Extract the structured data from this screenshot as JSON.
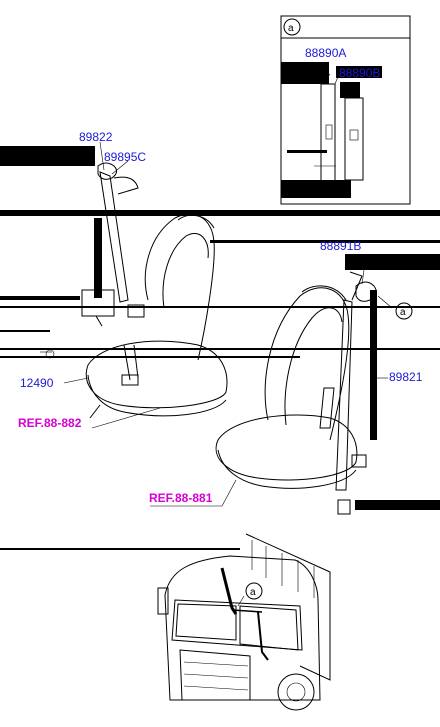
{
  "diagram": {
    "callouts": {
      "inset_marker": "a",
      "right_marker": "a",
      "truck_marker": "a"
    },
    "parts": {
      "p_88890A": "88890A",
      "p_88890B": "88890B",
      "p_89822": "89822",
      "p_89895C": "89895C",
      "p_88891B": "88891B",
      "p_12490": "12490",
      "p_89821": "89821"
    },
    "refs": {
      "ref_left": "REF.88-882",
      "ref_right": "REF.88-881"
    },
    "colors": {
      "part_label": "#1a1ad6",
      "ref_label": "#d400d4"
    }
  }
}
